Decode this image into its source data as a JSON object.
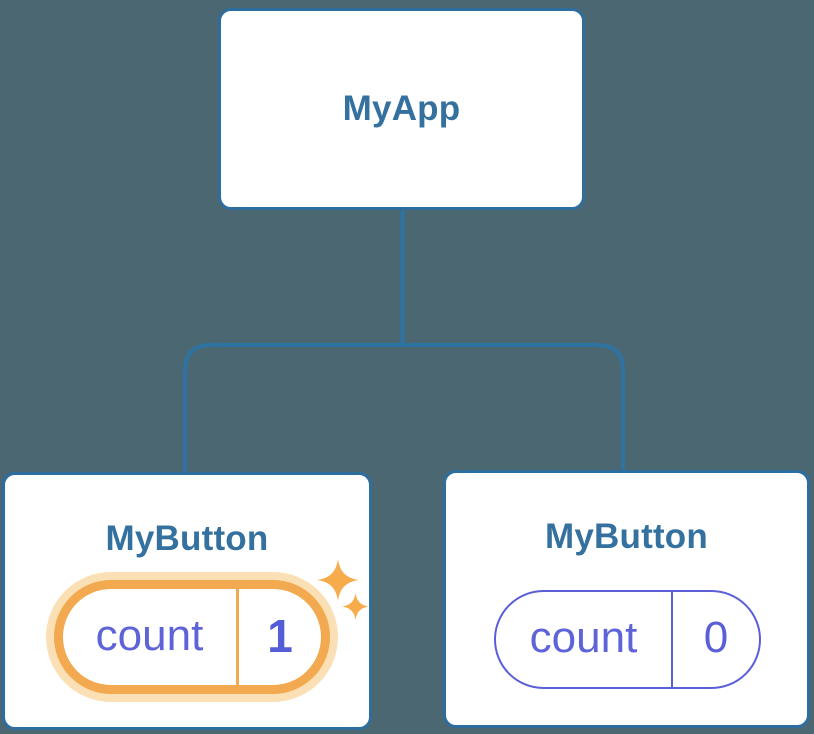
{
  "diagram": {
    "type": "component-tree",
    "colors": {
      "background": "#4A6772",
      "node_fill": "#FFFFFF",
      "node_border": "#2E6E9E",
      "node_label": "#35719F",
      "connector": "#2F73A2",
      "state_accent": "#5E64D8",
      "state_value_highlighted": "#545CD8",
      "highlight_border": "#F3A94F",
      "highlight_halo": "#FBDFB5",
      "sparkle": "#F6AC4B"
    },
    "icons": {
      "sparkles-icon": "✦✧"
    },
    "root": {
      "label": "MyApp"
    },
    "children": [
      {
        "label": "MyButton",
        "state": {
          "name": "count",
          "value": "1",
          "highlighted": true
        }
      },
      {
        "label": "MyButton",
        "state": {
          "name": "count",
          "value": "0",
          "highlighted": false
        }
      }
    ]
  }
}
